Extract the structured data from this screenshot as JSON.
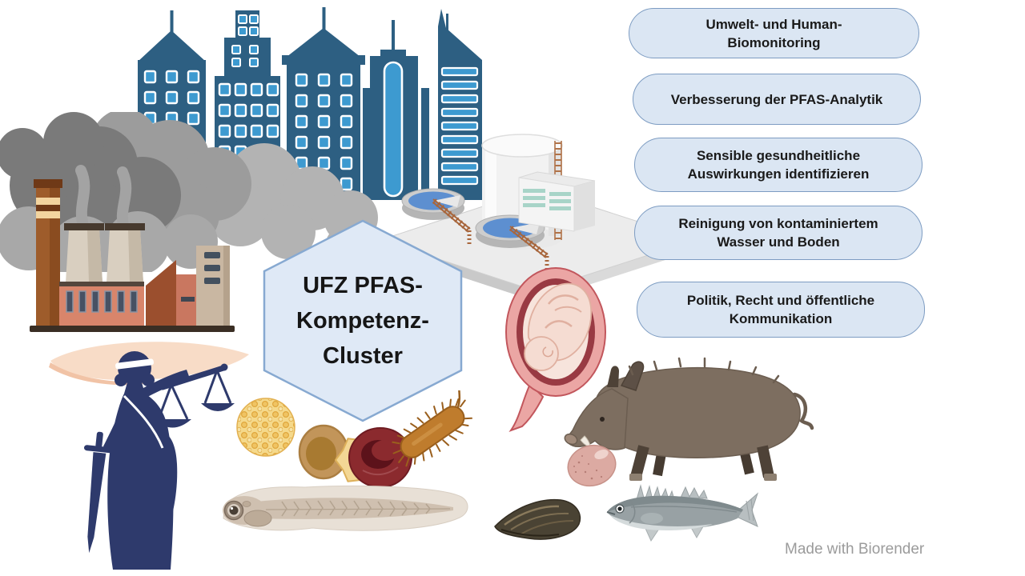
{
  "diagram": {
    "title": {
      "lines": [
        "UFZ PFAS-",
        "Kompetenz-",
        "Cluster"
      ]
    },
    "topics": [
      {
        "lines": [
          "Umwelt- und Human-",
          "Biomonitoring"
        ]
      },
      {
        "lines": [
          "Verbesserung der PFAS-Analytik",
          ""
        ]
      },
      {
        "lines": [
          "Sensible gesundheitliche",
          "Auswirkungen identifizieren"
        ]
      },
      {
        "lines": [
          "Reinigung von kontaminiertem",
          "Wasser und Boden"
        ]
      },
      {
        "lines": [
          "Politik, Recht und öffentliche",
          "Kommunikation"
        ]
      }
    ],
    "watermark": "Made with Biorender",
    "colors": {
      "pill_fill": "#dbe6f3",
      "pill_border": "#7d9cc2",
      "hexagon_fill": "#dfe9f6",
      "hexagon_border": "#87a9d1",
      "building_blue": "#2d5f82",
      "window_blue": "#3d9ad0",
      "justice_navy": "#2e3a6c",
      "text": "#1a1a1a",
      "watermark_gray": "#9b9b9b"
    },
    "illustrations": [
      "city-skyline",
      "smoke-clouds",
      "factory",
      "water-treatment-plant",
      "soil-swoosh",
      "lady-justice",
      "cell-cluster",
      "oocyte-cell",
      "immune-cell",
      "red-blood-cell",
      "bacterium",
      "fetus-in-uterus",
      "wild-boar",
      "egg",
      "fish-larva",
      "mussel",
      "fish"
    ]
  }
}
